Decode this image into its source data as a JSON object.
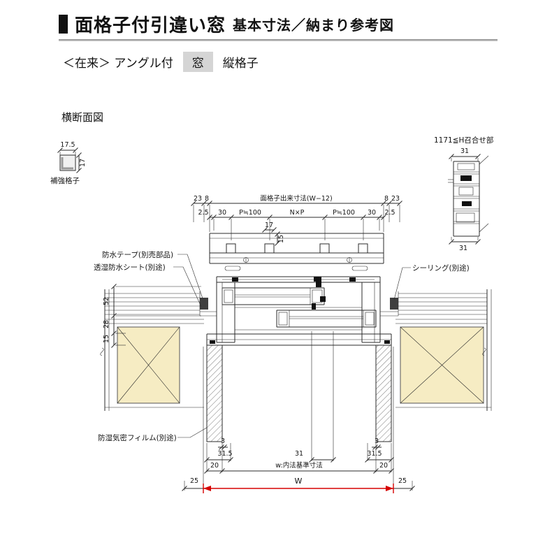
{
  "colors": {
    "accent_red": "#d60000",
    "highlight_gray": "#d5d5d5",
    "wood_tan": "#f6ecc3"
  },
  "header": {
    "title": "面格子付引違い窓",
    "subtitle": "基本寸法／納まり参考図",
    "variant": "＜在来＞ アングル付",
    "highlight": "窓",
    "suffix": "縦格子"
  },
  "section_title": "横断面図",
  "left_detail": {
    "dim_top": "17.5",
    "dim_side": "17",
    "label": "補強格子"
  },
  "right_detail": {
    "title": "1171≦H召合せ部",
    "dim_top": "31",
    "dim_bottom": "31"
  },
  "labels": {
    "waterproof_tape": "防水テープ(別売部品)",
    "breathable_sheet": "透湿防水シート(別途)",
    "sealing": "シーリング(別途)",
    "moisture_film": "防湿気密フィルム(別途)"
  },
  "dims": {
    "top": {
      "left23": "23",
      "left8": "8",
      "title": "面格子出来寸法(W−12)",
      "right8": "8",
      "right23": "23"
    },
    "pitch": {
      "l25": "2.5",
      "l30": "30",
      "lp": "P≒100",
      "nxp": "N×P",
      "rp": "P≒100",
      "r30": "30",
      "r25": "2.5"
    },
    "bar": {
      "w": "17",
      "d": "15"
    },
    "side": {
      "d52": "52",
      "d28": "28",
      "d15": "15"
    },
    "bottom": {
      "l3": "3",
      "l315": "31.5",
      "c31": "31",
      "r3": "3",
      "r315": "31.5",
      "l20": "20",
      "w_inner": "w:内法基準寸法",
      "r20": "20",
      "l25": "25",
      "w": "W",
      "r25": "25"
    }
  }
}
